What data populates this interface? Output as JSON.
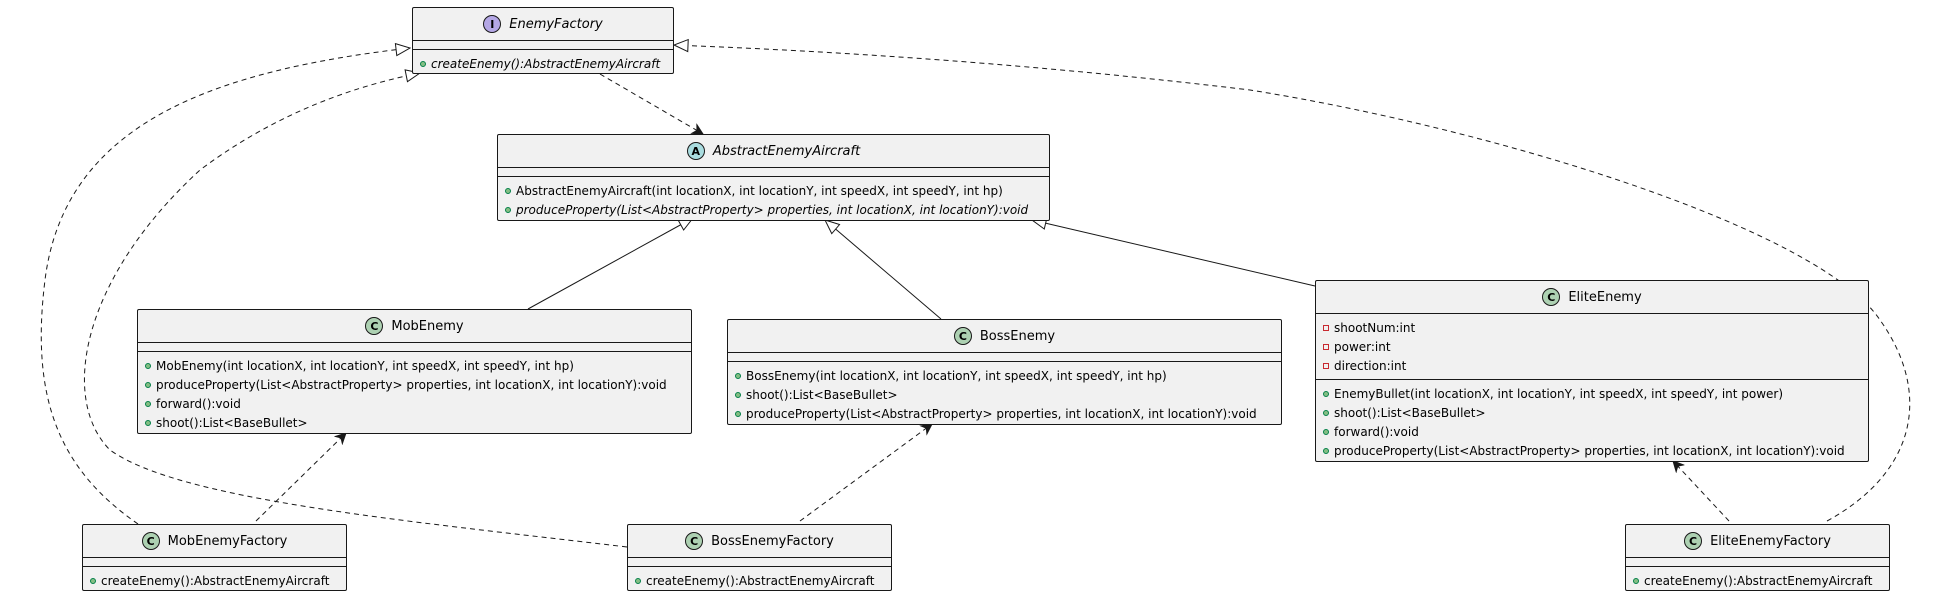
{
  "diagram": {
    "classes": {
      "enemy_factory": {
        "kind": "I",
        "name": "EnemyFactory",
        "fields": [],
        "methods": [
          "createEnemy():AbstractEnemyAircraft"
        ]
      },
      "abstract_enemy_aircraft": {
        "kind": "A",
        "name": "AbstractEnemyAircraft",
        "fields": [],
        "methods": [
          "AbstractEnemyAircraft(int locationX, int locationY, int speedX, int speedY, int hp)",
          "produceProperty(List<AbstractProperty> properties, int locationX, int locationY):void"
        ]
      },
      "mob_enemy": {
        "kind": "C",
        "name": "MobEnemy",
        "fields": [],
        "methods": [
          "MobEnemy(int locationX, int locationY, int speedX, int speedY, int hp)",
          "produceProperty(List<AbstractProperty> properties, int locationX, int locationY):void",
          "forward():void",
          "shoot():List<BaseBullet>"
        ]
      },
      "boss_enemy": {
        "kind": "C",
        "name": "BossEnemy",
        "fields": [],
        "methods": [
          "BossEnemy(int locationX, int locationY, int speedX, int speedY, int hp)",
          "shoot():List<BaseBullet>",
          "produceProperty(List<AbstractProperty> properties, int locationX, int locationY):void"
        ]
      },
      "elite_enemy": {
        "kind": "C",
        "name": "EliteEnemy",
        "fields": [
          "shootNum:int",
          "power:int",
          "direction:int"
        ],
        "methods": [
          "EnemyBullet(int locationX, int locationY, int speedX, int speedY, int power)",
          "shoot():List<BaseBullet>",
          "forward():void",
          "produceProperty(List<AbstractProperty> properties, int locationX, int locationY):void"
        ]
      },
      "mob_enemy_factory": {
        "kind": "C",
        "name": "MobEnemyFactory",
        "fields": [],
        "methods": [
          "createEnemy():AbstractEnemyAircraft"
        ]
      },
      "boss_enemy_factory": {
        "kind": "C",
        "name": "BossEnemyFactory",
        "fields": [],
        "methods": [
          "createEnemy():AbstractEnemyAircraft"
        ]
      },
      "elite_enemy_factory": {
        "kind": "C",
        "name": "EliteEnemyFactory",
        "fields": [],
        "methods": [
          "createEnemy():AbstractEnemyAircraft"
        ]
      }
    },
    "colors": {
      "class_fill": "#f1f1f1",
      "border": "#181818",
      "class_badge": "#add1b2",
      "abstract_badge": "#a9dcdf",
      "interface_badge": "#b4a7e5",
      "public_marker": "#84be84",
      "private_marker": "#c82930"
    }
  }
}
